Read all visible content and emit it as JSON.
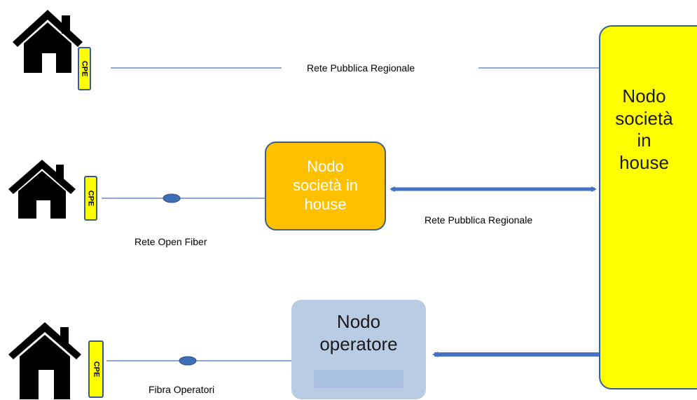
{
  "houses": [
    {
      "cpe_label": "CPE"
    },
    {
      "cpe_label": "CPE"
    },
    {
      "cpe_label": "CPE"
    }
  ],
  "labels": {
    "top_link": "Rete Pubblica Regionale",
    "middle_link": "Rete Pubblica Regionale",
    "open_fiber": "Rete Open Fiber",
    "operator_fiber": "Fibra Operatori"
  },
  "nodes": {
    "inhouse_mid": [
      "Nodo",
      "società in",
      "house"
    ],
    "inhouse_main": [
      "Nodo",
      "società",
      "in",
      "house"
    ],
    "operator": [
      "Nodo",
      "operatore"
    ]
  },
  "colors": {
    "house": "#000000",
    "cpe": "#ffff00",
    "inhouse_mid": "#ffc000",
    "inhouse_main": "#ffff00",
    "operator": "#b8cce4",
    "line": "#4a76b0",
    "arrow": "#4472c4"
  }
}
